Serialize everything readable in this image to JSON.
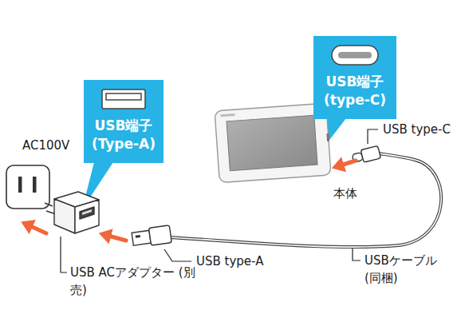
{
  "diagram": {
    "nodes": [
      {
        "text": [
          "USB端子 (Type-A)"
        ]
      },
      {
        "text": [
          "USB端子 (type-C)"
        ]
      }
    ],
    "labels": [
      "AC100V",
      "USB ACアダプター (別売)",
      "USB type-A",
      "USB type-C",
      "本体",
      "USBケーブル (同梱)"
    ]
  }
}
